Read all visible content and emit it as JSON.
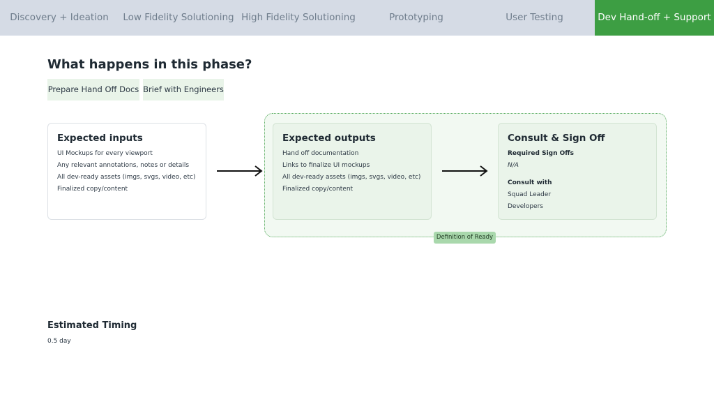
{
  "tabs": [
    {
      "label": "Discovery + Ideation"
    },
    {
      "label": "Low Fidelity Solutioning"
    },
    {
      "label": "High Fidelity Solutioning"
    },
    {
      "label": "Prototyping"
    },
    {
      "label": "User Testing"
    },
    {
      "label": "Dev Hand-off + Support",
      "active": true
    }
  ],
  "phase": {
    "heading": "What happens in this phase?",
    "chips": [
      "Prepare Hand Off Docs",
      "Brief with Engineers"
    ]
  },
  "inputs": {
    "title": "Expected inputs",
    "items": [
      "UI Mockups for every viewport",
      "Any relevant annotations, notes or details",
      "All dev-ready assets (imgs, svgs, video, etc)",
      "Finalized copy/content"
    ]
  },
  "outputs": {
    "title": "Expected outputs",
    "items": [
      "Hand off documentation",
      "Links to finalize UI mockups",
      "All dev-ready assets (imgs, svgs, video, etc)",
      "Finalized copy/content"
    ]
  },
  "consult": {
    "title": "Consult & Sign Off",
    "signoffs_label": "Required Sign Offs",
    "signoffs_value": "N/A",
    "consult_label": "Consult with",
    "consult_items": [
      "Squad Leader",
      "Developers"
    ]
  },
  "definition_of_ready": "Definition of Ready",
  "timing": {
    "title": "Estimated Timing",
    "value": "0.5 day"
  },
  "colors": {
    "active_tab": "#3d9e43",
    "tab_bar": "#d5dbe5",
    "chip": "#e9f4e9",
    "card_green": "#eaf4ea",
    "dotted_border": "#4fa857"
  }
}
